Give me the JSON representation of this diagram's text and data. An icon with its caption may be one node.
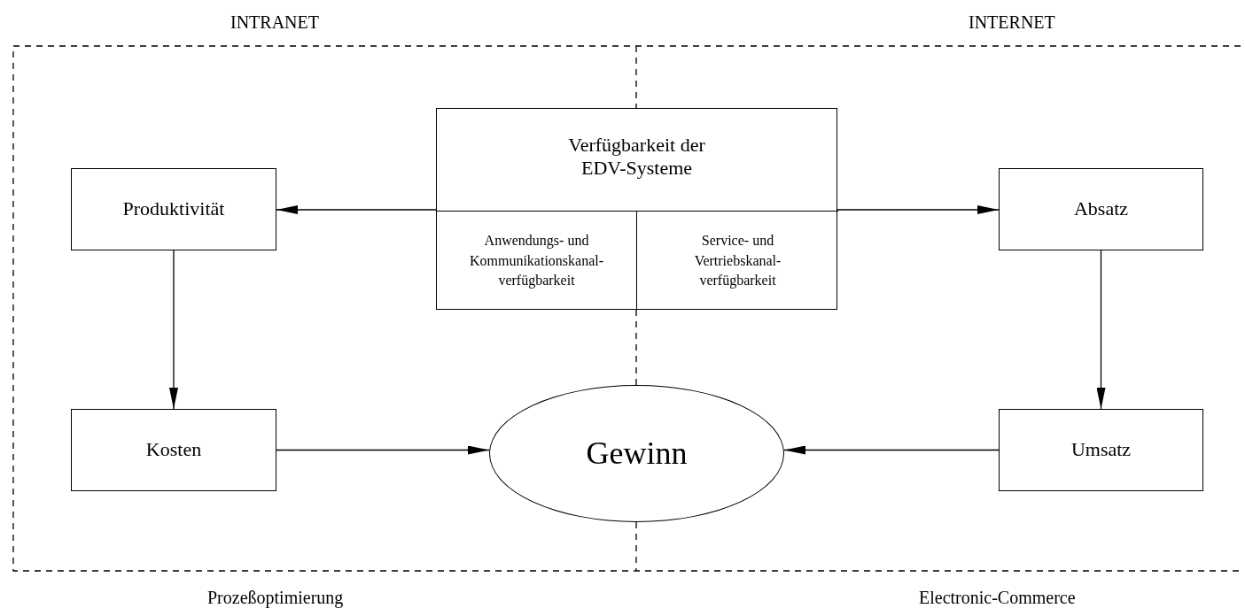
{
  "diagram": {
    "nodes": [
      {
        "text": [
          "Verfügbarkeit der EDV-Systeme"
        ]
      },
      {
        "text": [
          "Anwendungs- und Kommunikationskanal-verfügbarkeit"
        ],
        "in": 0
      },
      {
        "text": [
          "Service- und Vertriebskanal-verfügbarkeit"
        ],
        "in": 0
      },
      {
        "text": [
          "Produktivität"
        ]
      },
      {
        "text": [
          "Absatz"
        ]
      },
      {
        "text": [
          "Kosten"
        ]
      },
      {
        "text": [
          "Gewinn"
        ]
      },
      {
        "text": [
          "Umsatz"
        ]
      }
    ],
    "edges": [
      {
        "from": 1,
        "to": 3,
        "arrow": "to"
      },
      {
        "from": 2,
        "to": 4,
        "arrow": "to"
      },
      {
        "from": 3,
        "to": 5,
        "arrow": "to"
      },
      {
        "from": 4,
        "to": 7,
        "arrow": "to"
      },
      {
        "from": 5,
        "to": 6,
        "arrow": "to"
      },
      {
        "from": 7,
        "to": 6,
        "arrow": "to"
      }
    ],
    "labels": [
      "INTRANET",
      "INTERNET",
      "Prozeßoptimierung",
      "Electronic-Commerce"
    ]
  }
}
